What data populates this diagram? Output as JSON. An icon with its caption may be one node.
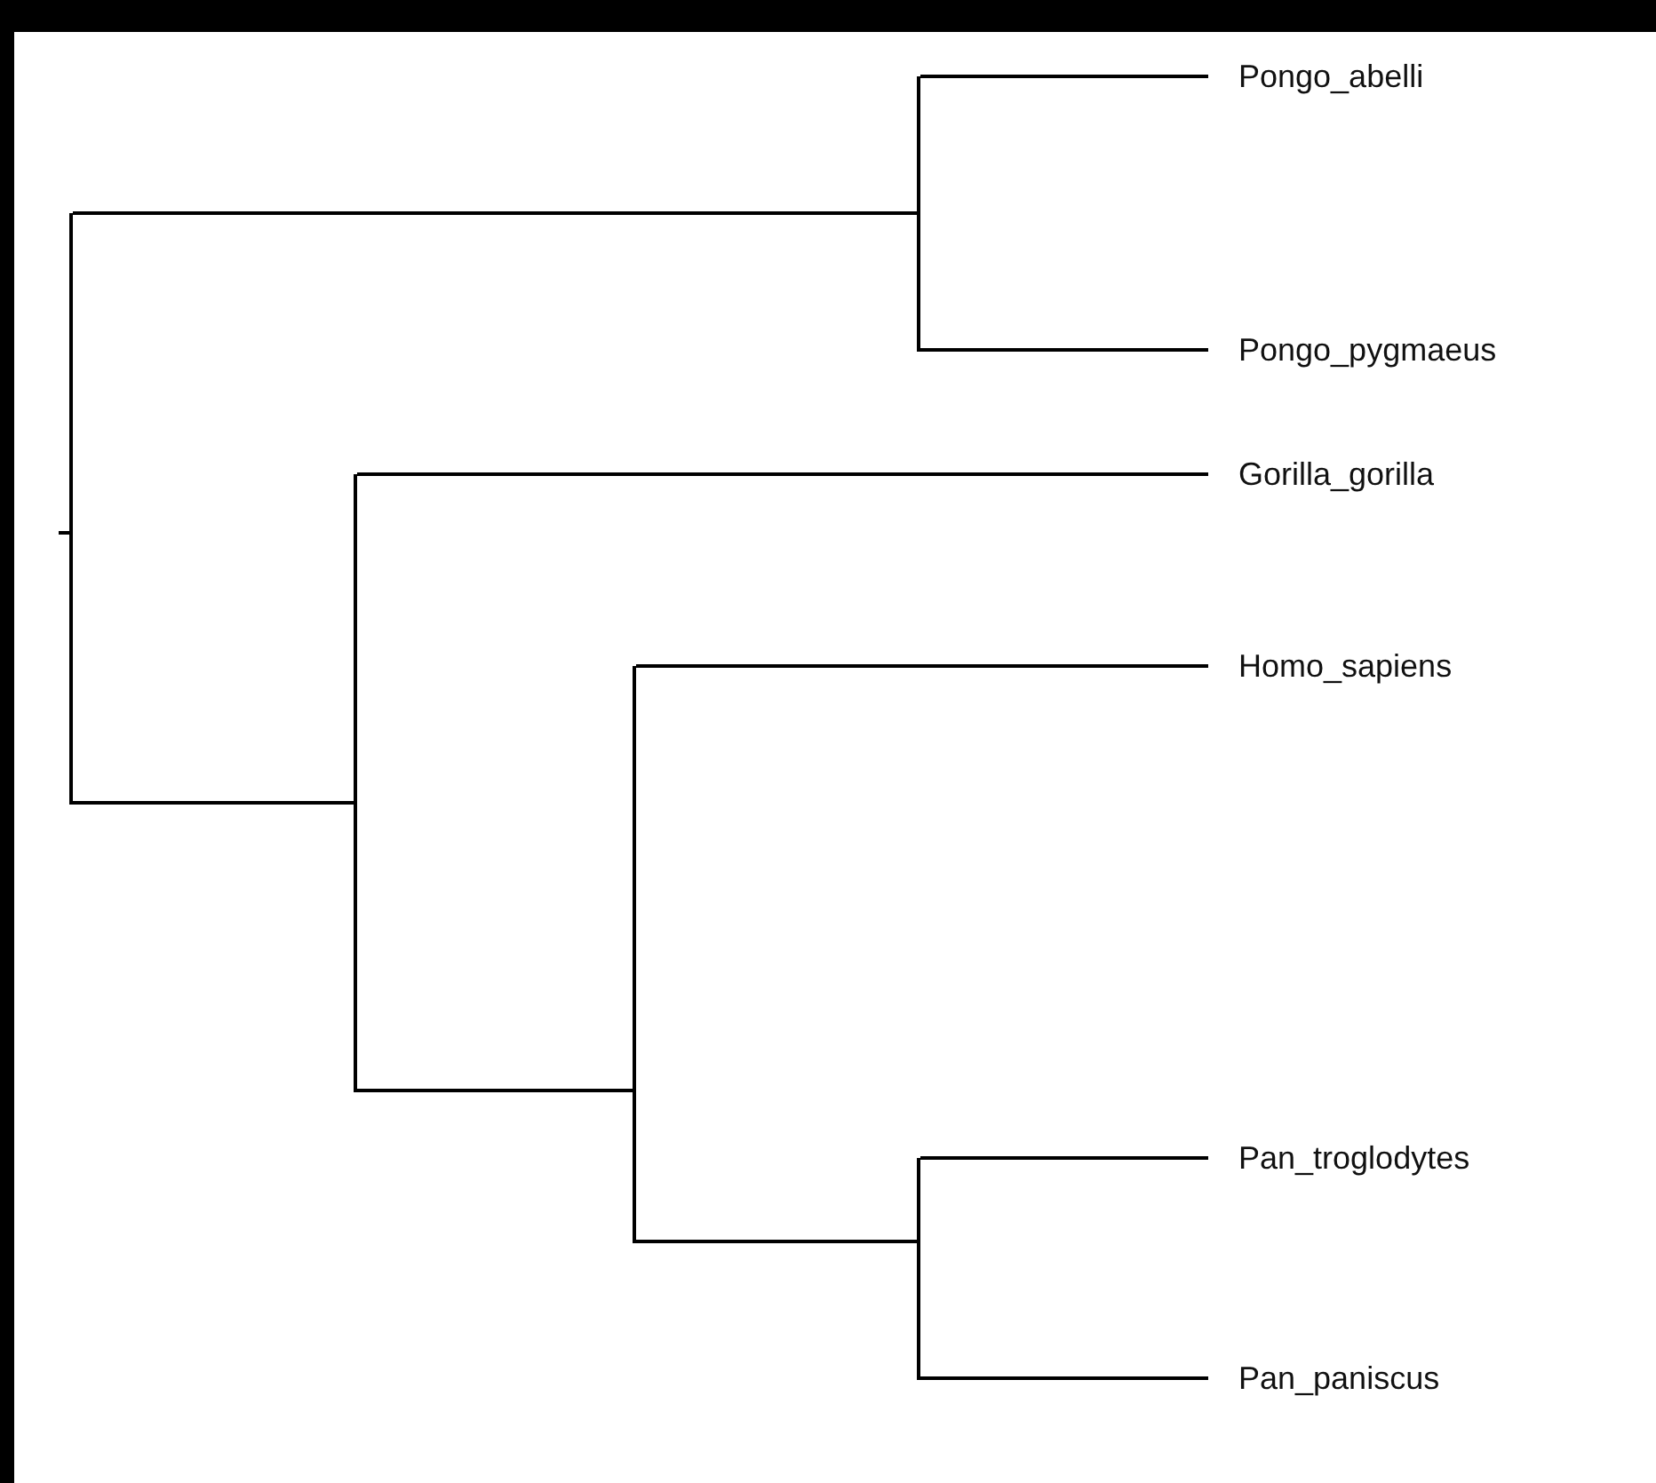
{
  "diagram": {
    "nodes": [
      {
        "text": [],
        "shape": "bar"
      },
      {
        "text": [],
        "shape": "bar"
      },
      {
        "text": [
          "Pongo_abelli"
        ]
      },
      {
        "text": [
          "Pongo_pygmaeus"
        ]
      },
      {
        "text": [],
        "shape": "bar"
      },
      {
        "text": [
          "Gorilla_gorilla"
        ]
      },
      {
        "text": [],
        "shape": "bar"
      },
      {
        "text": [
          "Homo_sapiens"
        ]
      },
      {
        "text": [],
        "shape": "bar"
      },
      {
        "text": [
          "Pan_troglodytes"
        ]
      },
      {
        "text": [
          "Pan_paniscus"
        ]
      }
    ],
    "edges": [
      {
        "from": null,
        "to": 0,
        "arrow": "none"
      },
      {
        "from": 0,
        "to": 1,
        "arrow": "none"
      },
      {
        "from": 1,
        "to": 2,
        "arrow": "none"
      },
      {
        "from": 1,
        "to": 3,
        "arrow": "none"
      },
      {
        "from": 0,
        "to": 4,
        "arrow": "none"
      },
      {
        "from": 4,
        "to": 5,
        "arrow": "none"
      },
      {
        "from": 4,
        "to": 6,
        "arrow": "none"
      },
      {
        "from": 6,
        "to": 7,
        "arrow": "none"
      },
      {
        "from": 6,
        "to": 8,
        "arrow": "none"
      },
      {
        "from": 8,
        "to": 9,
        "arrow": "none"
      },
      {
        "from": 8,
        "to": 10,
        "arrow": "none"
      }
    ]
  }
}
